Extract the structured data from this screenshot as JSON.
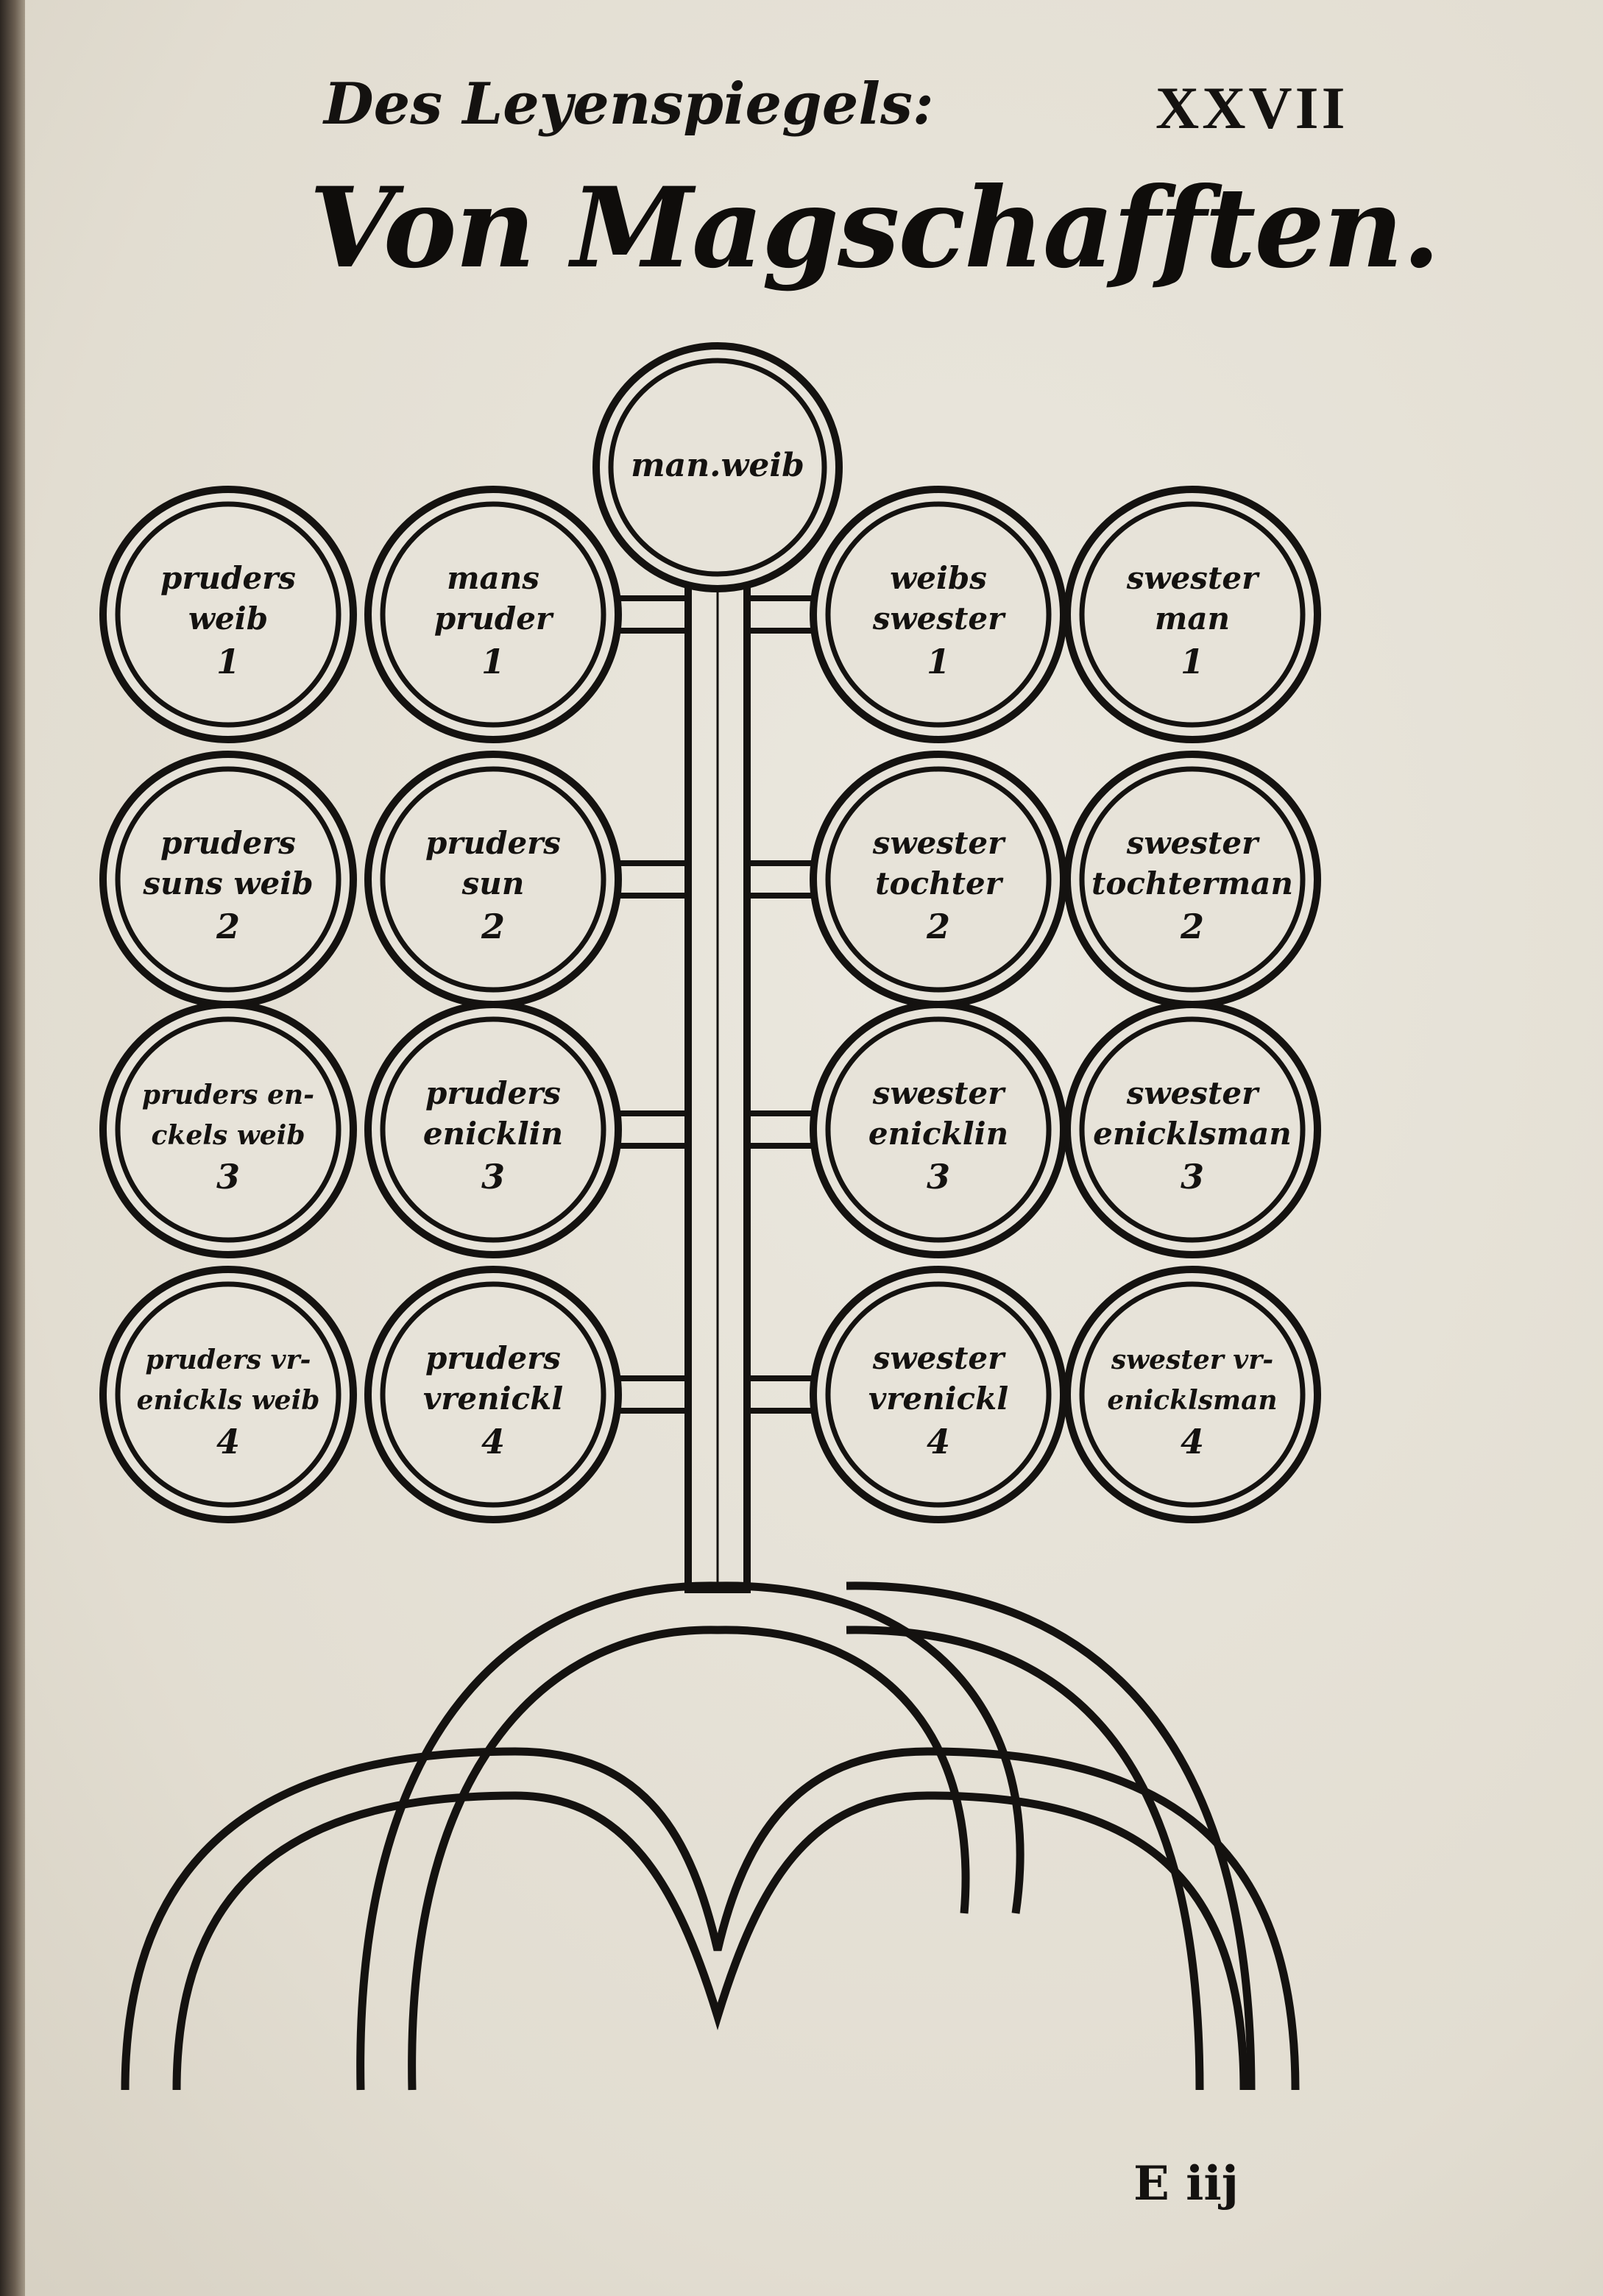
{
  "header": {
    "running_title": "Des Leyenspiegels:",
    "folio": "XXVII"
  },
  "main_title": "Von Magschafften.",
  "tree": {
    "top": {
      "label": "man.weib"
    },
    "left_outer": [
      {
        "line1": "pruders",
        "line2": "weib",
        "degree": "1"
      },
      {
        "line1": "pruders",
        "line2": "suns weib",
        "degree": "2"
      },
      {
        "line1": "pruders en-",
        "line2": "ckels weib",
        "degree": "3"
      },
      {
        "line1": "pruders vr-",
        "line2": "enickls weib",
        "degree": "4"
      }
    ],
    "left_inner": [
      {
        "line1": "mans",
        "line2": "pruder",
        "degree": "1"
      },
      {
        "line1": "pruders",
        "line2": "sun",
        "degree": "2"
      },
      {
        "line1": "pruders",
        "line2": "enicklin",
        "degree": "3"
      },
      {
        "line1": "pruders",
        "line2": "vrenickl",
        "degree": "4"
      }
    ],
    "right_inner": [
      {
        "line1": "weibs",
        "line2": "swester",
        "degree": "1"
      },
      {
        "line1": "swester",
        "line2": "tochter",
        "degree": "2"
      },
      {
        "line1": "swester",
        "line2": "enicklin",
        "degree": "3"
      },
      {
        "line1": "swester",
        "line2": "vrenickl",
        "degree": "4"
      }
    ],
    "right_outer": [
      {
        "line1": "swester",
        "line2": "man",
        "degree": "1"
      },
      {
        "line1": "swester",
        "line2": "tochterman",
        "degree": "2"
      },
      {
        "line1": "swester",
        "line2": "enicklsman",
        "degree": "3"
      },
      {
        "line1": "swester vr-",
        "line2": "enicklsman",
        "degree": "4"
      }
    ]
  },
  "signature": "E iij",
  "colors": {
    "ink": "#141210",
    "paper": "#e7e3d9"
  }
}
